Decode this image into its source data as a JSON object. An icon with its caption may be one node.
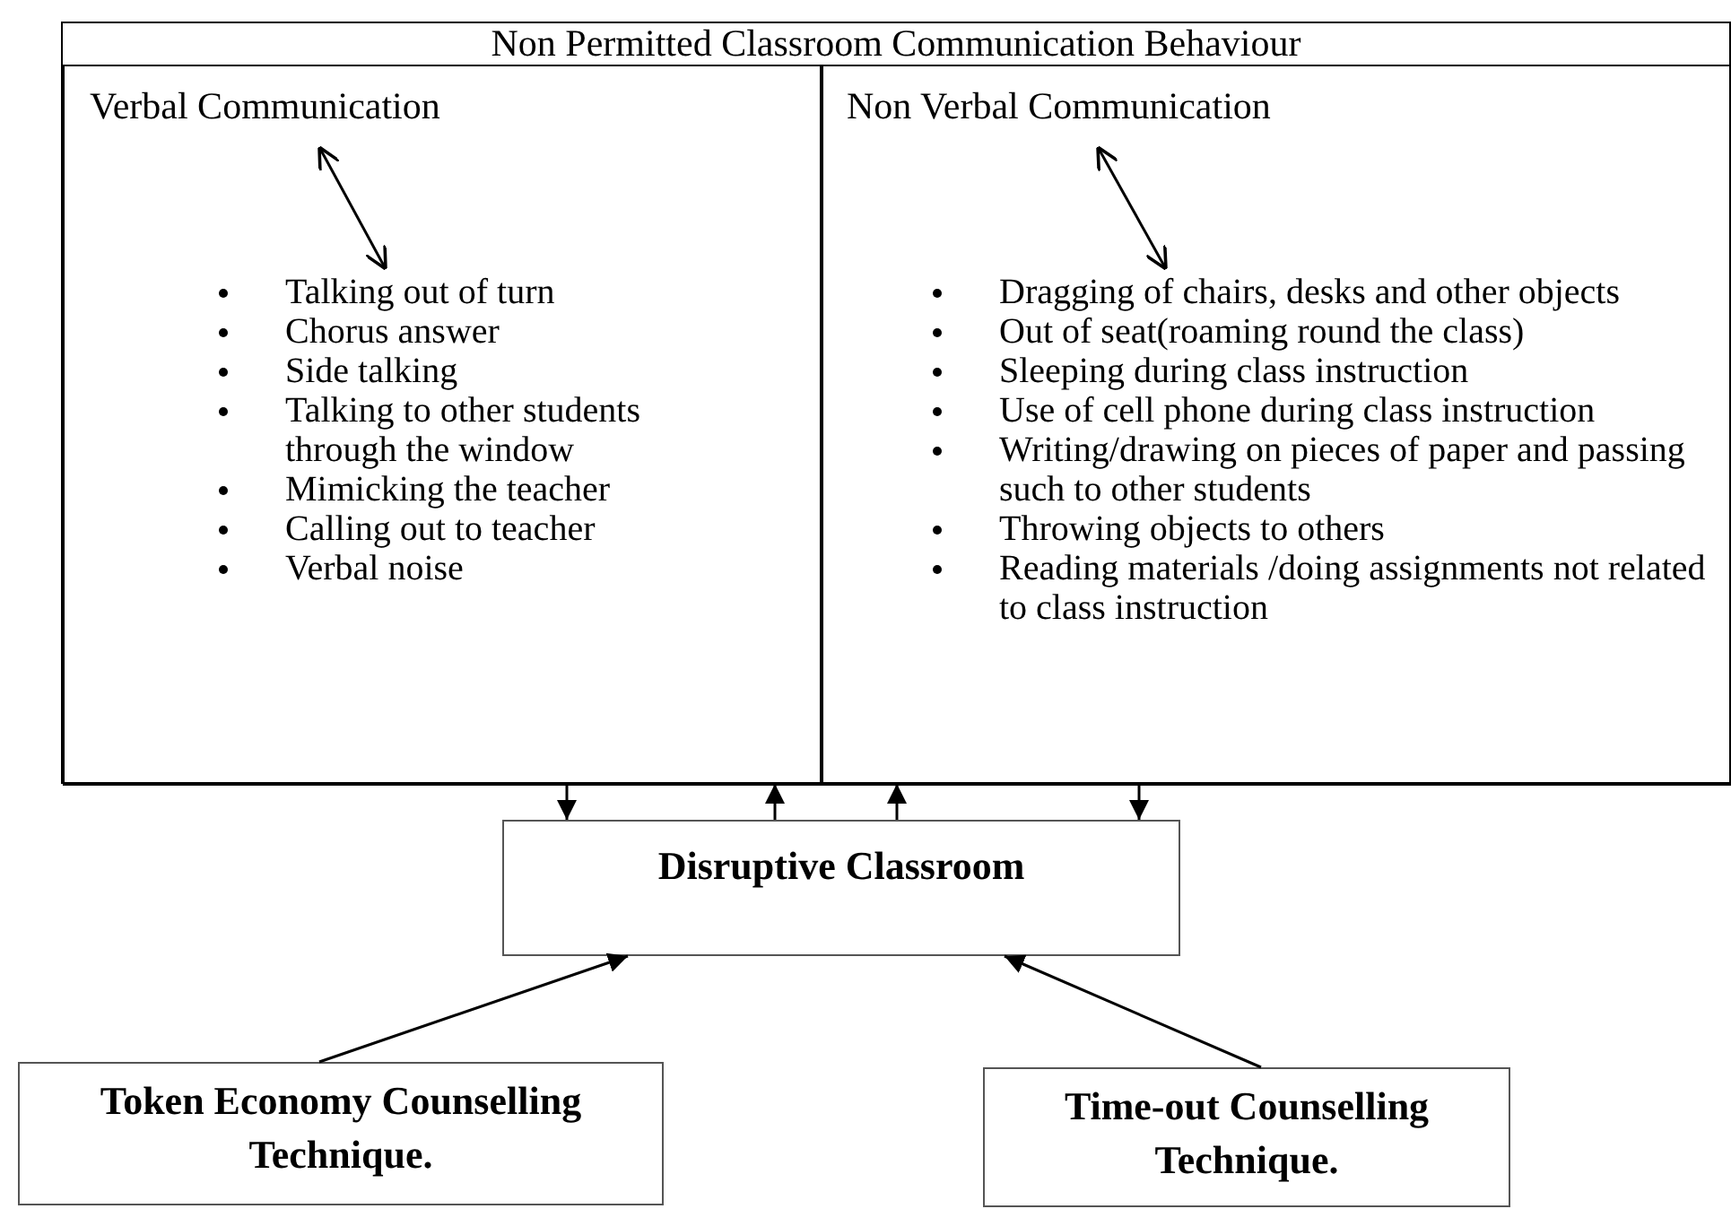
{
  "diagram": {
    "nodes": [
      {
        "text": [
          "Non Permitted Classroom Communication Behaviour"
        ]
      },
      {
        "text": [],
        "shape": "box",
        "in": 0
      },
      {
        "text": [
          "Verbal Communication"
        ],
        "in": 1
      },
      {
        "text": [
          "Talking out of turn",
          "Chorus answer",
          "Side talking",
          "Talking to other students through the window",
          "Mimicking the teacher",
          "Calling out to teacher",
          "Verbal noise"
        ],
        "in": 1
      },
      {
        "text": [],
        "shape": "box",
        "in": 0
      },
      {
        "text": [
          "Non Verbal Communication"
        ],
        "in": 4
      },
      {
        "text": [
          "Dragging of chairs, desks and other objects",
          "Out of seat(roaming round the class)",
          "Sleeping during class instruction",
          "Use of cell phone during class instruction",
          "Writing/drawing on pieces of paper and passing such to other students",
          "Throwing objects to others",
          "Reading materials /doing assignments not related to class instruction"
        ],
        "in": 4
      },
      {
        "text": [
          "Disruptive Classroom"
        ]
      },
      {
        "text": [
          "Token Economy Counselling Technique."
        ]
      },
      {
        "text": [
          "Time-out Counselling Technique."
        ]
      }
    ],
    "edges": [
      {
        "from": 2,
        "to": 3,
        "arrow": "both"
      },
      {
        "from": 5,
        "to": 6,
        "arrow": "both"
      },
      {
        "from": 1,
        "to": 7,
        "arrow": "to"
      },
      {
        "from": 7,
        "to": 1,
        "arrow": "to"
      },
      {
        "from": 7,
        "to": 4,
        "arrow": "to"
      },
      {
        "from": 4,
        "to": 7,
        "arrow": "to"
      },
      {
        "from": 8,
        "to": 7,
        "arrow": "to"
      },
      {
        "from": 9,
        "to": 7,
        "arrow": "to"
      }
    ]
  }
}
